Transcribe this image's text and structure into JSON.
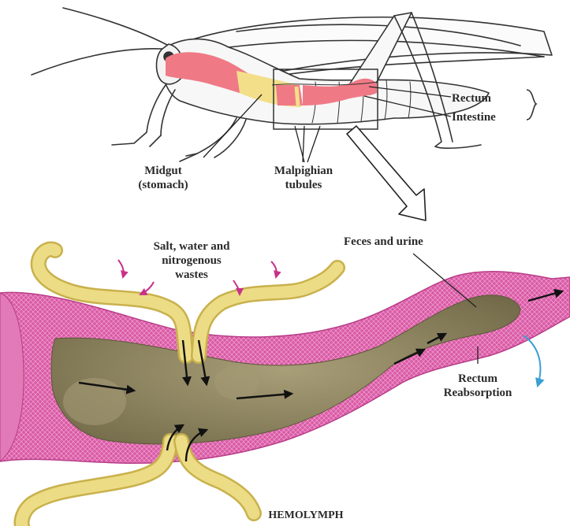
{
  "labels": {
    "rectum_top": "Rectum",
    "intestine": "Intestine",
    "midgut_line1": "Midgut",
    "midgut_line2": "(stomach)",
    "malpighian_line1": "Malpighian",
    "malpighian_line2": "tubules",
    "feces": "Feces and urine",
    "salt_line1": "Salt, water and",
    "salt_line2": "nitrogenous",
    "salt_line3": "wastes",
    "rectum_bottom": "Rectum",
    "reabsorption": "Reabsorption",
    "hemolymph": "HEMOLYMPH"
  },
  "colors": {
    "gut_wall": "#d85aa6",
    "gut_wall_dark": "#b83d88",
    "lumen": "#7a7250",
    "lumen_light": "#a89e78",
    "tubule": "#ecdc85",
    "tubule_edge": "#c9b14c",
    "insect_gut_red": "#ef7a86",
    "insect_gut_yellow": "#f3df8a",
    "inflow_arrow": "#c8308a",
    "reabsorption_arrow": "#3aa0d0"
  },
  "icons": [
    "magnify-callout-arrow",
    "flow-arrow",
    "inflow-arrow",
    "reabsorption-arrow",
    "bracket"
  ]
}
